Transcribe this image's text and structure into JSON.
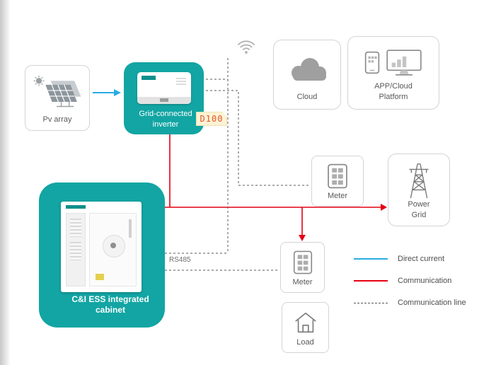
{
  "nodes": {
    "pv": {
      "label": "Pv array"
    },
    "inverter": {
      "label": "Grid-connected inverter"
    },
    "cloud": {
      "label": "Cloud"
    },
    "app": {
      "label": "APP/Cloud Platform"
    },
    "cabinet": {
      "label": "C&I ESS integrated cabinet"
    },
    "meter_top": {
      "label": "Meter"
    },
    "power_grid": {
      "label": "Power Grid"
    },
    "meter_bottom": {
      "label": "Meter"
    },
    "load": {
      "label": "Load"
    }
  },
  "tag": {
    "label": "D100"
  },
  "wire_labels": {
    "rs485": "RS485"
  },
  "legend": {
    "items": [
      {
        "label": "Direct current",
        "color": "#29abe2",
        "style": "solid"
      },
      {
        "label": "Communication",
        "color": "#e60012",
        "style": "solid"
      },
      {
        "label": "Communication line",
        "color": "#555555",
        "style": "dashed"
      }
    ]
  },
  "colors": {
    "teal": "#12a5a3",
    "direct_current_blue": "#29abe2",
    "communication_red": "#e60012",
    "dashed_gray": "#555555",
    "box_border": "#d4d4d4",
    "label_text": "#595959",
    "tag_background": "#fdf3d4",
    "tag_text": "#e2542c"
  }
}
